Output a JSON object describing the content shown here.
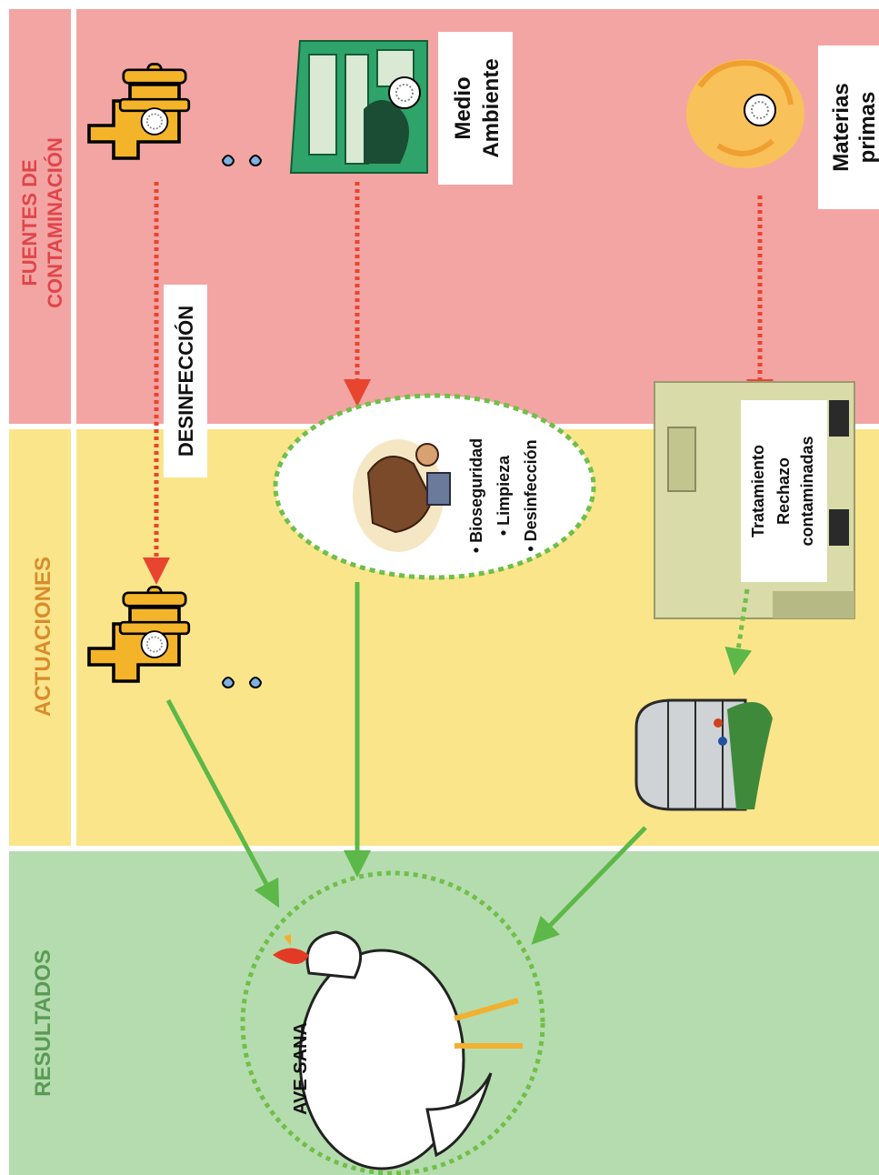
{
  "bands": [
    {
      "key": "fuentes",
      "lines": [
        "FUENTES DE",
        "CONTAMINACIÓN"
      ],
      "color": "#f3a5a3",
      "text_color": "#e0454a"
    },
    {
      "key": "actuaciones",
      "lines": [
        "ACTUACIONES"
      ],
      "color": "#fbe58a",
      "text_color": "#d98c2b"
    },
    {
      "key": "resultados",
      "lines": [
        "RESULTADOS"
      ],
      "color": "#b5dcae",
      "text_color": "#5a9a55"
    }
  ],
  "sources": {
    "medio_ambiente": [
      "Medio",
      "Ambiente"
    ],
    "materias_primas": [
      "Materias",
      "primas"
    ]
  },
  "actions": {
    "desinfeccion_label": "DESINFECCIÓN",
    "ellipse_items": [
      "• Bioseguridad",
      "• Limpieza",
      "• Desinfección"
    ],
    "treatment_lines": [
      "Tratamiento",
      "Rechazo",
      "contaminadas"
    ]
  },
  "result": {
    "label": "AVE SANA"
  },
  "colors": {
    "red_arrow": "#e8452f",
    "green_arrow": "#5cb848",
    "dotted_green": "#6fbf4a",
    "tap": "#f4b42a",
    "divider": "#ffffff"
  }
}
